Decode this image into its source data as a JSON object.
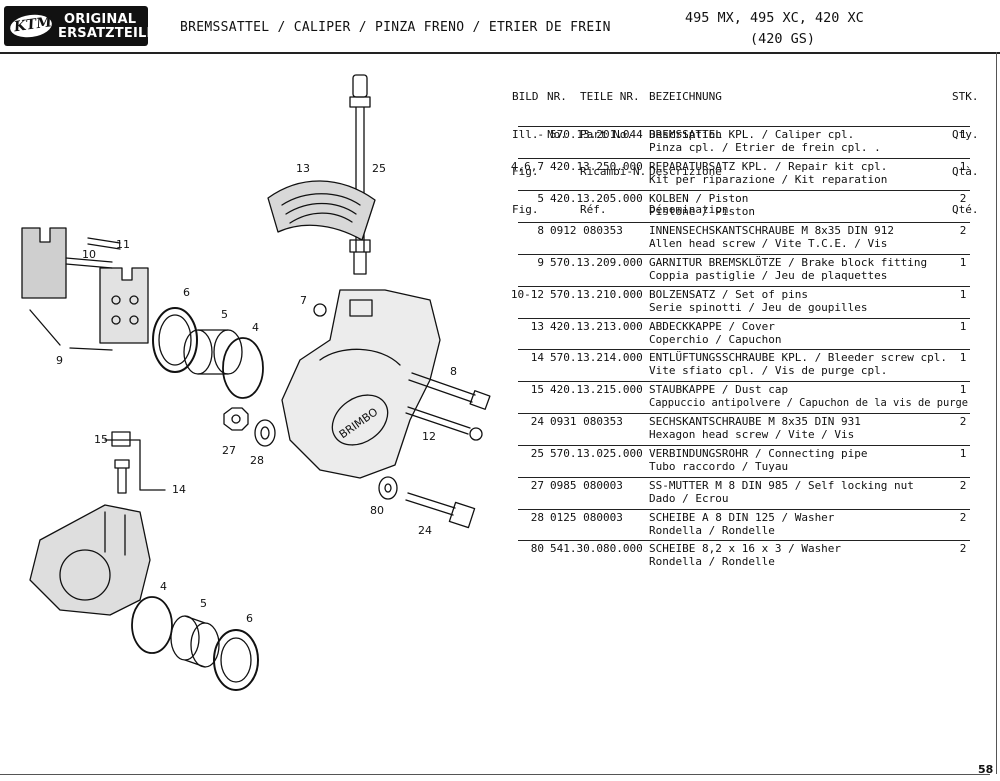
{
  "header": {
    "logo_brand": "KTM",
    "logo_line1": "ORIGINAL",
    "logo_line2": "ERSATZTEILE",
    "title": "BREMSSATTEL / CALIPER / PINZA FRENO / ETRIER DE FREIN",
    "models_line1": "495 MX, 495 XC, 420 XC",
    "models_line2": "(420 GS)"
  },
  "table": {
    "columns": {
      "fig": [
        "BILD",
        "Ill.",
        "Fig.",
        "Fig."
      ],
      "fig_nr": [
        "NR.",
        "No.",
        "",
        ""
      ],
      "part": [
        "TEILE NR.",
        "Part No.",
        "Ricambi-N.",
        "Réf."
      ],
      "desc": [
        "BEZEICHNUNG",
        "Description",
        "Descrizione",
        "Dénomination"
      ],
      "qty": [
        "STK.",
        "Qty.",
        "Qtà.",
        "Qté."
      ]
    },
    "rows": [
      {
        "fig": "-",
        "part": "570.13.201.044",
        "d1": "BREMSSATTEL KPL. / Caliper cpl.",
        "d2": "Pinza cpl. / Etrier de frein cpl. .",
        "qty": "1"
      },
      {
        "fig": "4,6,7",
        "part": "420.13.250.000",
        "d1": "REPARATURSATZ KPL. / Repair kit cpl.",
        "d2": "Kit per riparazione / Kit reparation",
        "qty": "1"
      },
      {
        "fig": "5",
        "part": "420.13.205.000",
        "d1": "KOLBEN / Piston",
        "d2": "Pistone / Piston",
        "qty": "2"
      },
      {
        "fig": "8",
        "part": "0912 080353",
        "d1": "INNENSECHSKANTSCHRAUBE M 8x35 DIN 912",
        "d2": "Allen head screw / Vite T.C.E. / Vis",
        "qty": "2"
      },
      {
        "fig": "9",
        "part": "570.13.209.000",
        "d1": "GARNITUR BREMSKLÖTZE / Brake block fitting",
        "d2": "Coppia pastiglie / Jeu de plaquettes",
        "qty": "1"
      },
      {
        "fig": "10-12",
        "part": "570.13.210.000",
        "d1": "BOLZENSATZ / Set of pins",
        "d2": "Serie spinotti / Jeu de goupilles",
        "qty": "1"
      },
      {
        "fig": "13",
        "part": "420.13.213.000",
        "d1": "ABDECKKAPPE / Cover",
        "d2": "Coperchio / Capuchon",
        "qty": "1"
      },
      {
        "fig": "14",
        "part": "570.13.214.000",
        "d1": "ENTLÜFTUNGSSCHRAUBE KPL. / Bleeder screw cpl.",
        "d2": "Vite sfiato cpl. / Vis de purge cpl.",
        "qty": "1"
      },
      {
        "fig": "15",
        "part": "420.13.215.000",
        "d1": "STAUBKAPPE / Dust cap",
        "d2": "Cappuccio antipolvere / Capuchon de la vis de purge",
        "qty": "1"
      },
      {
        "fig": "24",
        "part": "0931 080353",
        "d1": "SECHSKANTSCHRAUBE M 8x35 DIN 931",
        "d2": "Hexagon head screw / Vite / Vis",
        "qty": "2"
      },
      {
        "fig": "25",
        "part": "570.13.025.000",
        "d1": "VERBINDUNGSROHR / Connecting pipe",
        "d2": "Tubo raccordo / Tuyau",
        "qty": "1"
      },
      {
        "fig": "27",
        "part": "0985 080003",
        "d1": "SS-MUTTER M 8 DIN 985 / Self locking nut",
        "d2": "Dado / Ecrou",
        "qty": "2"
      },
      {
        "fig": "28",
        "part": "0125 080003",
        "d1": "SCHEIBE A 8 DIN 125 / Washer",
        "d2": "Rondella / Rondelle",
        "qty": "2"
      },
      {
        "fig": "80",
        "part": "541.30.080.000",
        "d1": "SCHEIBE 8,2 x 16 x 3 / Washer",
        "d2": "Rondella / Rondelle",
        "qty": "2"
      }
    ]
  },
  "diagram": {
    "caliper_brand": "BRIMBO",
    "callouts": [
      "13",
      "25",
      "10",
      "11",
      "6",
      "5",
      "4",
      "7",
      "8",
      "9",
      "12",
      "15",
      "27",
      "28",
      "14",
      "80",
      "24",
      "4",
      "5",
      "6"
    ]
  },
  "footer": {
    "page_number": "58"
  }
}
